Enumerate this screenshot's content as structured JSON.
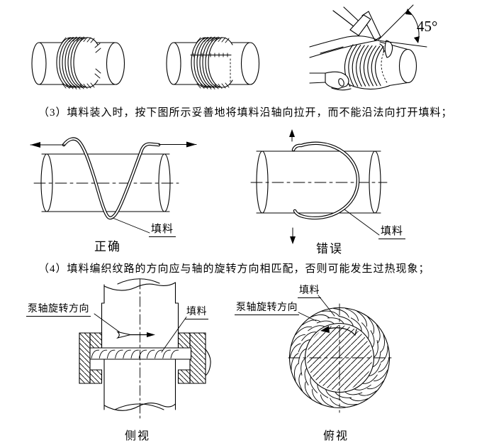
{
  "colors": {
    "ink": "#000000",
    "background": "#ffffff"
  },
  "instructions": {
    "item3": "（3）填料装入时，按下图所示妥善地将填料沿轴向拉开，而不能沿法向打开填料；",
    "item4": "（4）填料编织纹路的方向应与轴的旋转方向相匹配，否则可能发生过热现象；"
  },
  "cutting": {
    "angle_label": "45°"
  },
  "axial_pull": {
    "caption": "正确",
    "packing_label": "填料"
  },
  "radial_pull": {
    "caption": "错误",
    "packing_label": "填料"
  },
  "side_view": {
    "caption": "侧视",
    "rotation_label": "泵轴旋转方向",
    "packing_label": "填料"
  },
  "top_view": {
    "caption": "俯视",
    "rotation_label": "泵轴旋转方向",
    "packing_label": "填料"
  }
}
